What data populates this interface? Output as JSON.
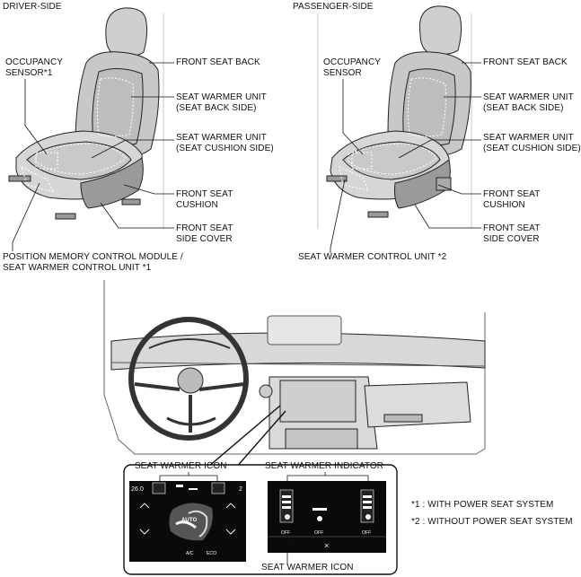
{
  "driver": {
    "heading": "DRIVER-SIDE",
    "occupancy_sensor": [
      "OCCUPANCY",
      "SENSOR*1"
    ],
    "front_seat_back": "FRONT SEAT BACK",
    "warmer_back": [
      "SEAT WARMER UNIT",
      "(SEAT BACK SIDE)"
    ],
    "warmer_cushion": [
      "SEAT WARMER UNIT",
      "(SEAT CUSHION SIDE)"
    ],
    "front_seat_cushion": [
      "FRONT SEAT",
      "CUSHION"
    ],
    "front_seat_side_cover": [
      "FRONT SEAT",
      "SIDE COVER"
    ],
    "control_module": [
      "POSITION MEMORY CONTROL MODULE /",
      "SEAT WARMER CONTROL UNIT *1"
    ]
  },
  "passenger": {
    "heading": "PASSENGER-SIDE",
    "occupancy_sensor": [
      "OCCUPANCY",
      "SENSOR"
    ],
    "front_seat_back": "FRONT SEAT BACK",
    "warmer_back": [
      "SEAT WARMER UNIT",
      "(SEAT BACK SIDE)"
    ],
    "warmer_cushion": [
      "SEAT WARMER UNIT",
      "(SEAT CUSHION SIDE)"
    ],
    "front_seat_cushion": [
      "FRONT SEAT",
      "CUSHION"
    ],
    "front_seat_side_cover": [
      "FRONT SEAT",
      "SIDE COVER"
    ],
    "control_unit": "SEAT WARMER CONTROL UNIT *2"
  },
  "dashboard": {
    "seat_warmer_icon_top": "SEAT WARMER ICON",
    "seat_warmer_indicator": "SEAT WARMER INDICATOR",
    "seat_warmer_icon_bottom": "SEAT WARMER ICON",
    "left_screen": {
      "temp": "26.0",
      "fan": "2",
      "auto": "AUTO",
      "ac": "A/C",
      "eco": "ECO"
    },
    "right_screen": {
      "off_left": "OFF",
      "off_mid": "OFF",
      "off_right": "OFF",
      "close": "×"
    }
  },
  "notes": {
    "note1": "*1 :  WITH POWER SEAT SYSTEM",
    "note2": "*2 :  WITHOUT POWER SEAT SYSTEM"
  }
}
